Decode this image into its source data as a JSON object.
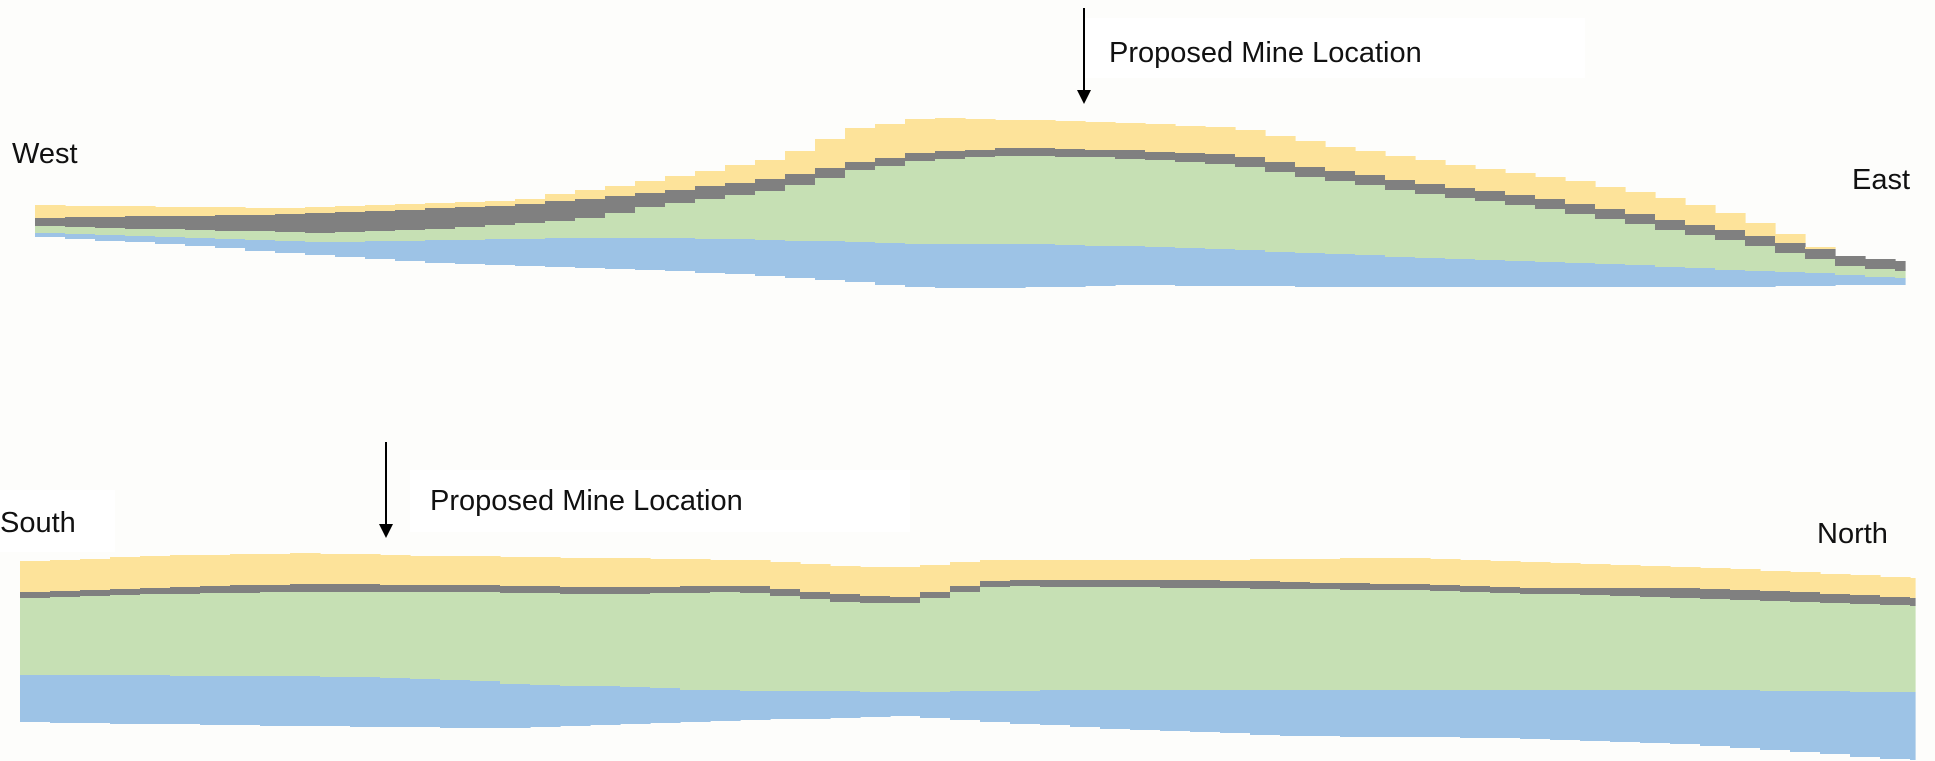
{
  "sections": [
    {
      "id": "west-east",
      "left_label": "West",
      "right_label": "East",
      "annotation": "Proposed Mine Location"
    },
    {
      "id": "south-north",
      "left_label": "South",
      "right_label": "North",
      "annotation": "Proposed Mine Location"
    }
  ],
  "colors": {
    "background": "#fdfdfb",
    "layer_top_yellow": "#fde39a",
    "layer_dark_gray": "#808080",
    "layer_green": "#c6e0b4",
    "layer_blue": "#9dc3e6",
    "arrow": "#000000"
  }
}
